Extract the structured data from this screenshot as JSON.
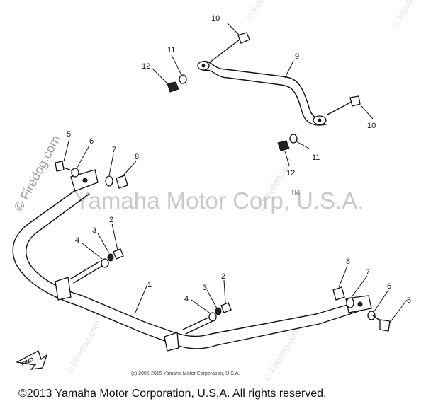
{
  "watermark": {
    "company": "Yamaha Motor Corp, U.S.A.",
    "tm": "TM",
    "site": "© Firedog.com",
    "site_faint": "© Firedog.com"
  },
  "labels": {
    "fwd": "FWD"
  },
  "callouts": {
    "c1": "1",
    "c2a": "2",
    "c3a": "3",
    "c4a": "4",
    "c2b": "2",
    "c3b": "3",
    "c4b": "4",
    "c5a": "5",
    "c6a": "6",
    "c7a": "7",
    "c8a": "8",
    "c5b": "5",
    "c6b": "6",
    "c7b": "7",
    "c8b": "8",
    "c9": "9",
    "c10a": "10",
    "c10b": "10",
    "c11a": "11",
    "c11b": "11",
    "c12a": "12",
    "c12b": "12"
  },
  "copyright_small": "(c) 2005-2015 Yamaha Motor Corporation, U.S.A.",
  "copyright_footer": "©2013 Yamaha Motor Corporation, U.S.A. All rights reserved."
}
